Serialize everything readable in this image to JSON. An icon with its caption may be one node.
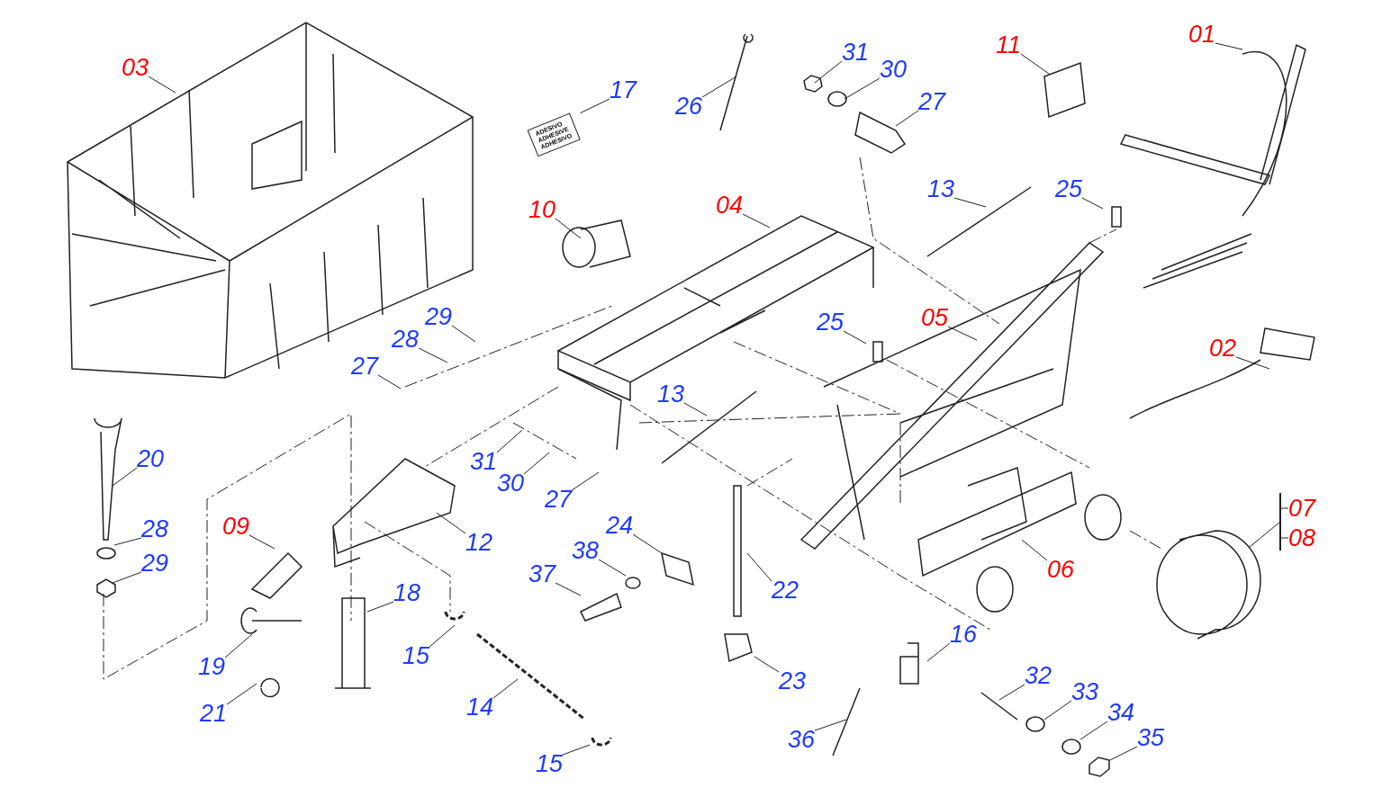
{
  "diagram": {
    "nodes": [
      {
        "text": [
          "03"
        ]
      },
      {
        "text": [
          "17"
        ]
      },
      {
        "text": [
          "26"
        ]
      },
      {
        "text": [
          "31"
        ]
      },
      {
        "text": [
          "30"
        ]
      },
      {
        "text": [
          "27"
        ]
      },
      {
        "text": [
          "11"
        ]
      },
      {
        "text": [
          "01"
        ]
      },
      {
        "text": [
          "10"
        ]
      },
      {
        "text": [
          "04"
        ]
      },
      {
        "text": [
          "13"
        ]
      },
      {
        "text": [
          "25"
        ]
      },
      {
        "text": [
          "25"
        ]
      },
      {
        "text": [
          "05"
        ]
      },
      {
        "text": [
          "02"
        ]
      },
      {
        "text": [
          "29"
        ]
      },
      {
        "text": [
          "28"
        ]
      },
      {
        "text": [
          "27"
        ]
      },
      {
        "text": [
          "13"
        ]
      },
      {
        "text": [
          "20"
        ]
      },
      {
        "text": [
          "31"
        ]
      },
      {
        "text": [
          "30"
        ]
      },
      {
        "text": [
          "27"
        ]
      },
      {
        "text": [
          "09"
        ]
      },
      {
        "text": [
          "28"
        ]
      },
      {
        "text": [
          "29"
        ]
      },
      {
        "text": [
          "12"
        ]
      },
      {
        "text": [
          "24"
        ]
      },
      {
        "text": [
          "38"
        ]
      },
      {
        "text": [
          "37"
        ]
      },
      {
        "text": [
          "07"
        ]
      },
      {
        "text": [
          "08"
        ]
      },
      {
        "text": [
          "06"
        ]
      },
      {
        "text": [
          "22"
        ]
      },
      {
        "text": [
          "18"
        ]
      },
      {
        "text": [
          "19"
        ]
      },
      {
        "text": [
          "15"
        ]
      },
      {
        "text": [
          "16"
        ]
      },
      {
        "text": [
          "32"
        ]
      },
      {
        "text": [
          "23"
        ]
      },
      {
        "text": [
          "33"
        ]
      },
      {
        "text": [
          "21"
        ]
      },
      {
        "text": [
          "34"
        ]
      },
      {
        "text": [
          "14"
        ]
      },
      {
        "text": [
          "36"
        ]
      },
      {
        "text": [
          "35"
        ]
      },
      {
        "text": [
          "15"
        ]
      },
      {
        "text": [],
        "shape": "bar"
      },
      {
        "text": [
          "ADESIVO",
          "ADHESIVE",
          "ADHESIVO"
        ]
      }
    ],
    "edges": [
      {
        "from": 0,
        "to": null,
        "arrow": "none"
      },
      {
        "from": 1,
        "to": 48,
        "arrow": "none"
      },
      {
        "from": 2,
        "to": null,
        "arrow": "none"
      },
      {
        "from": 3,
        "to": null,
        "arrow": "none"
      },
      {
        "from": 4,
        "to": null,
        "arrow": "none"
      },
      {
        "from": 5,
        "to": null,
        "arrow": "none"
      },
      {
        "from": 6,
        "to": null,
        "arrow": "none"
      },
      {
        "from": 7,
        "to": null,
        "arrow": "none"
      },
      {
        "from": 8,
        "to": null,
        "arrow": "none"
      },
      {
        "from": 9,
        "to": null,
        "arrow": "none"
      },
      {
        "from": 10,
        "to": null,
        "arrow": "none"
      },
      {
        "from": 11,
        "to": null,
        "arrow": "none"
      },
      {
        "from": 12,
        "to": null,
        "arrow": "none"
      },
      {
        "from": 13,
        "to": null,
        "arrow": "none"
      },
      {
        "from": 14,
        "to": null,
        "arrow": "none"
      },
      {
        "from": 15,
        "to": null,
        "arrow": "none"
      },
      {
        "from": 16,
        "to": null,
        "arrow": "none"
      },
      {
        "from": 17,
        "to": null,
        "arrow": "none"
      },
      {
        "from": 18,
        "to": null,
        "arrow": "none"
      },
      {
        "from": 19,
        "to": null,
        "arrow": "none"
      },
      {
        "from": 20,
        "to": null,
        "arrow": "none"
      },
      {
        "from": 21,
        "to": null,
        "arrow": "none"
      },
      {
        "from": 22,
        "to": null,
        "arrow": "none"
      },
      {
        "from": 23,
        "to": null,
        "arrow": "none"
      },
      {
        "from": 24,
        "to": null,
        "arrow": "none"
      },
      {
        "from": 25,
        "to": null,
        "arrow": "none"
      },
      {
        "from": 26,
        "to": null,
        "arrow": "none"
      },
      {
        "from": 27,
        "to": null,
        "arrow": "none"
      },
      {
        "from": 28,
        "to": null,
        "arrow": "none"
      },
      {
        "from": 29,
        "to": null,
        "arrow": "none"
      },
      {
        "from": 30,
        "to": 47,
        "arrow": "none"
      },
      {
        "from": 31,
        "to": 47,
        "arrow": "none"
      },
      {
        "from": 32,
        "to": null,
        "arrow": "none"
      },
      {
        "from": 33,
        "to": null,
        "arrow": "none"
      },
      {
        "from": 34,
        "to": null,
        "arrow": "none"
      },
      {
        "from": 35,
        "to": null,
        "arrow": "none"
      },
      {
        "from": 36,
        "to": null,
        "arrow": "none"
      },
      {
        "from": 37,
        "to": null,
        "arrow": "none"
      },
      {
        "from": 38,
        "to": null,
        "arrow": "none"
      },
      {
        "from": 39,
        "to": null,
        "arrow": "none"
      },
      {
        "from": 40,
        "to": null,
        "arrow": "none"
      },
      {
        "from": 41,
        "to": null,
        "arrow": "none"
      },
      {
        "from": 42,
        "to": null,
        "arrow": "none"
      },
      {
        "from": 43,
        "to": null,
        "arrow": "none"
      },
      {
        "from": 44,
        "to": null,
        "arrow": "none"
      },
      {
        "from": 45,
        "to": null,
        "arrow": "none"
      },
      {
        "from": 46,
        "to": null,
        "arrow": "none"
      },
      {
        "from": 47,
        "to": null,
        "arrow": "none"
      }
    ]
  }
}
